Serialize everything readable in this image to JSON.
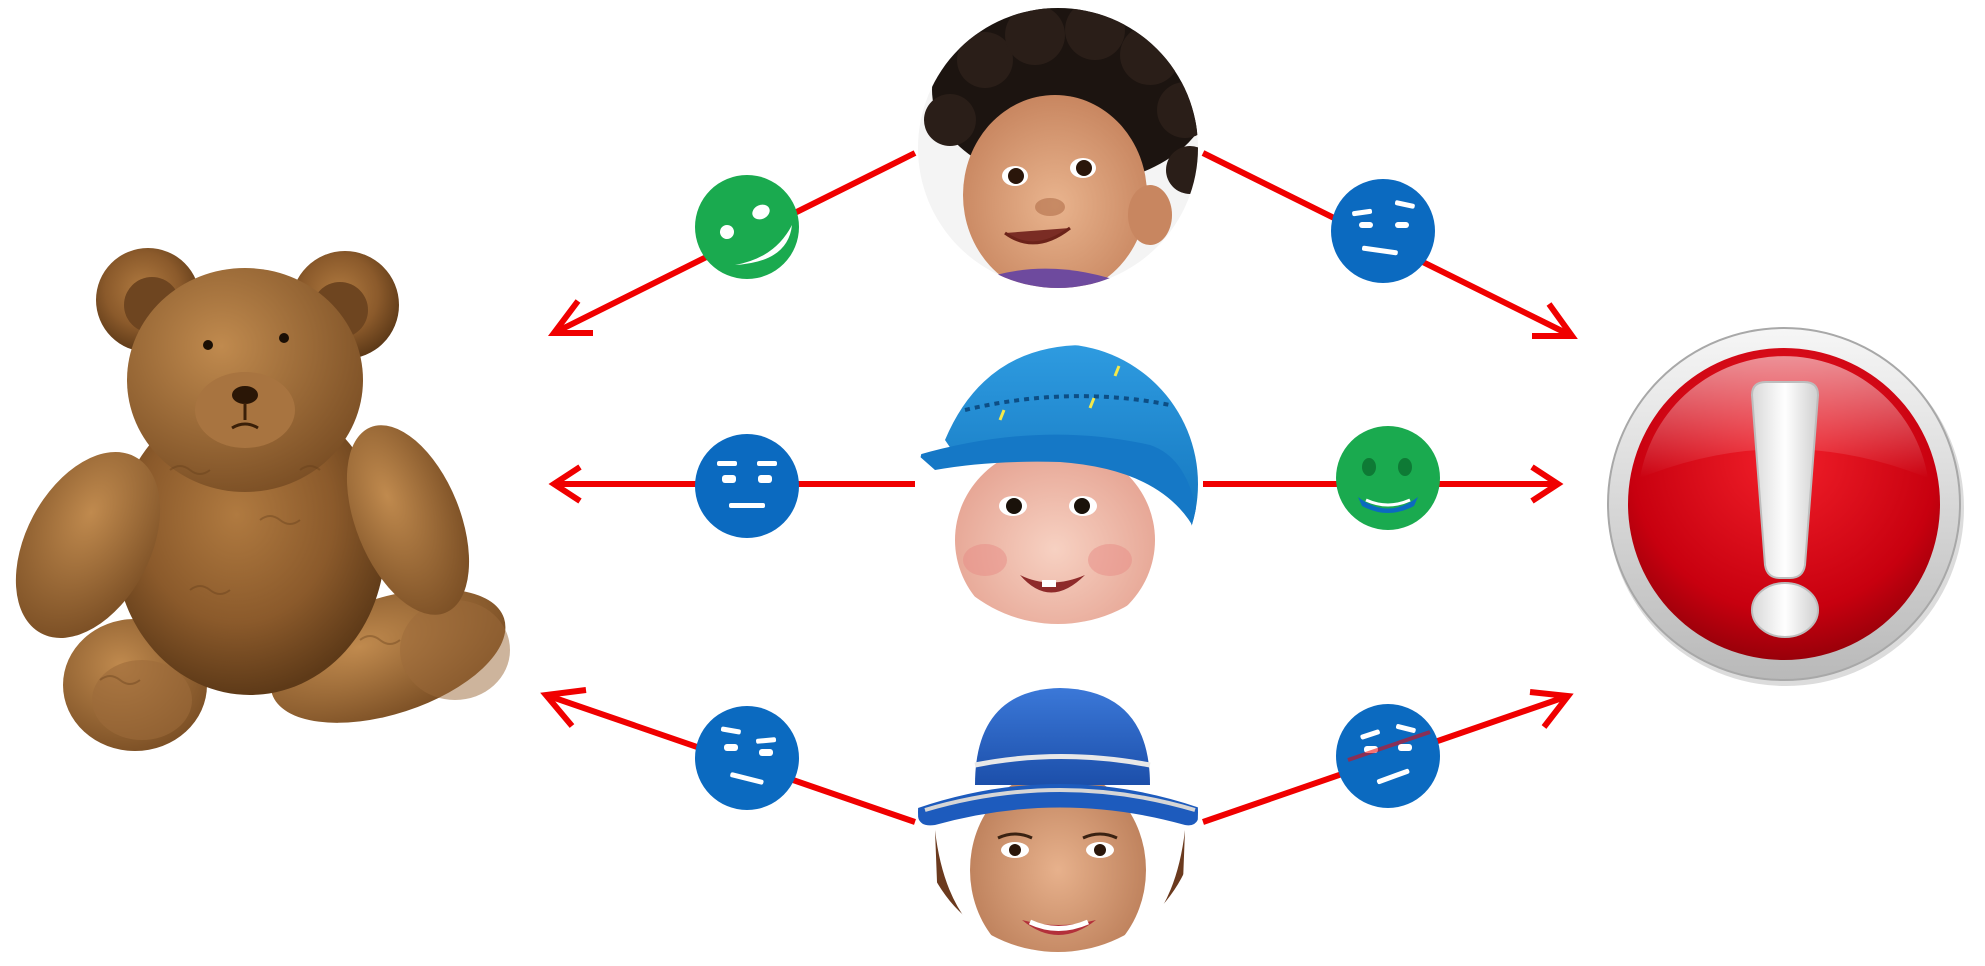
{
  "diagram": {
    "left_object": {
      "icon": "teddy-bear-icon",
      "color": "#8B5A2B"
    },
    "right_object": {
      "icon": "exclamation-warning-icon",
      "color": "#D9001B"
    },
    "arrow_color": "#F00000",
    "people": [
      {
        "id": "toddler-curly-hair",
        "left_reaction": {
          "mood": "happy",
          "color": "#1AAA4F"
        },
        "right_reaction": {
          "mood": "skeptical",
          "color": "#0B6AC0"
        }
      },
      {
        "id": "baby-blue-hat",
        "left_reaction": {
          "mood": "neutral",
          "color": "#0B6AC0"
        },
        "right_reaction": {
          "mood": "happy",
          "color": "#1AAA4F"
        }
      },
      {
        "id": "woman-blue-hat",
        "left_reaction": {
          "mood": "skeptical",
          "color": "#0B6AC0"
        },
        "right_reaction": {
          "mood": "confused",
          "color": "#0B6AC0"
        }
      }
    ]
  }
}
